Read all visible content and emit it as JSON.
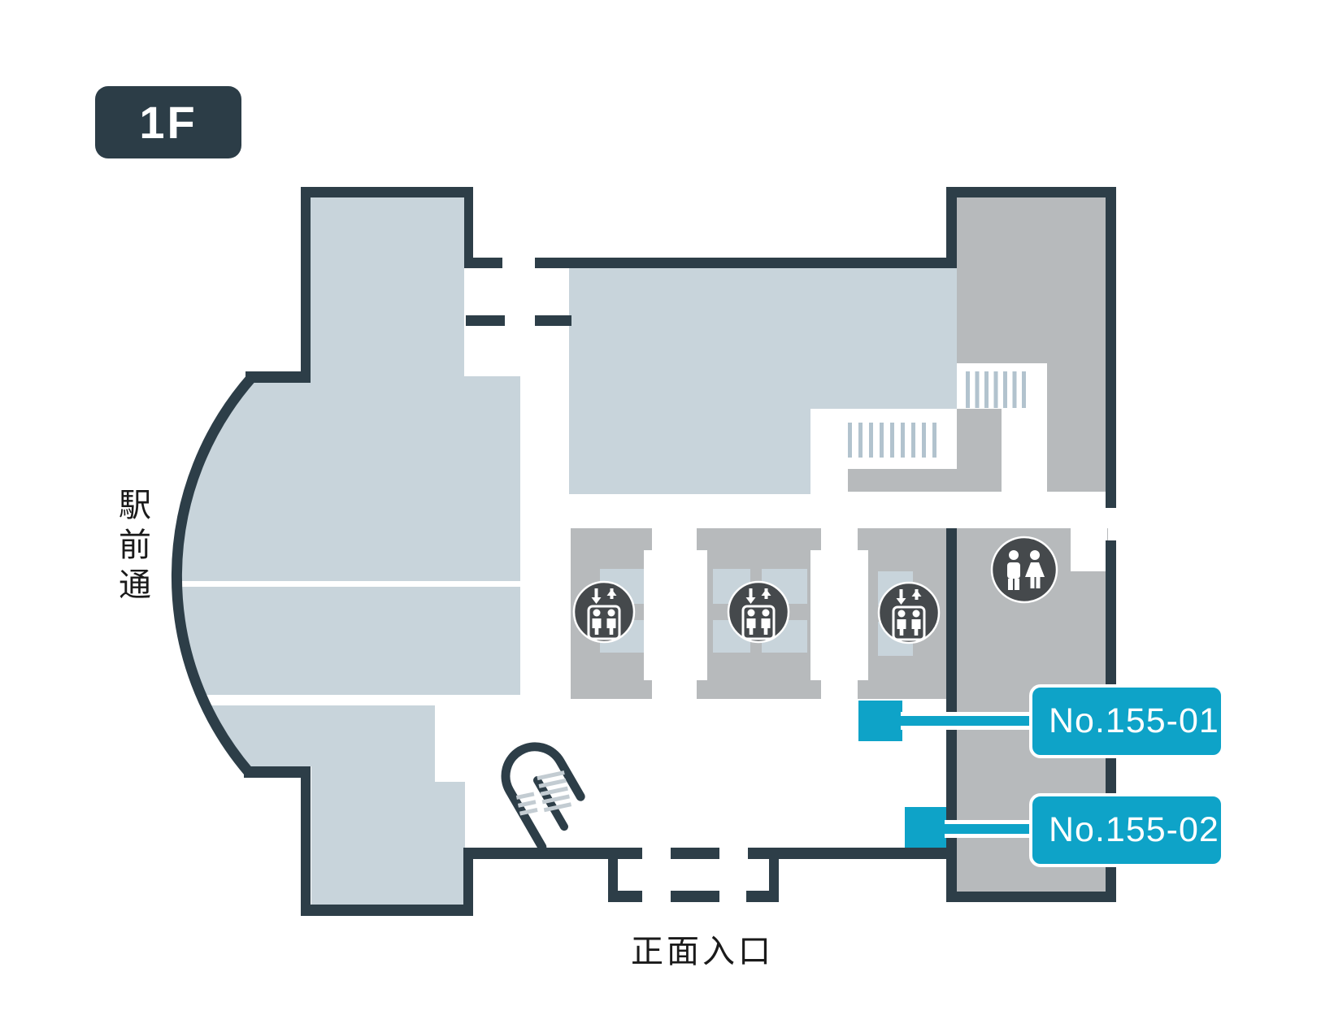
{
  "floor_badge": {
    "label": "1F"
  },
  "labels": {
    "street": "駅前通",
    "main_entrance": "正面入口"
  },
  "ad_locations": [
    {
      "id": "No.155-01"
    },
    {
      "id": "No.155-02"
    }
  ],
  "icons": {
    "elevator": "elevator-icon",
    "restroom": "restroom-icon",
    "escalator": "escalator-icon",
    "stairs": "stairs-hatch"
  },
  "colors": {
    "wall": "#2d3e48",
    "area_blue": "#c8d4db",
    "area_gray": "#b7babc",
    "stair_bar": "#b2c3ce",
    "icon_circle": "#45494c",
    "accent_cyan": "#0ea3c8",
    "text_dark": "#1a1a1a",
    "label_text": "#ffffff"
  }
}
